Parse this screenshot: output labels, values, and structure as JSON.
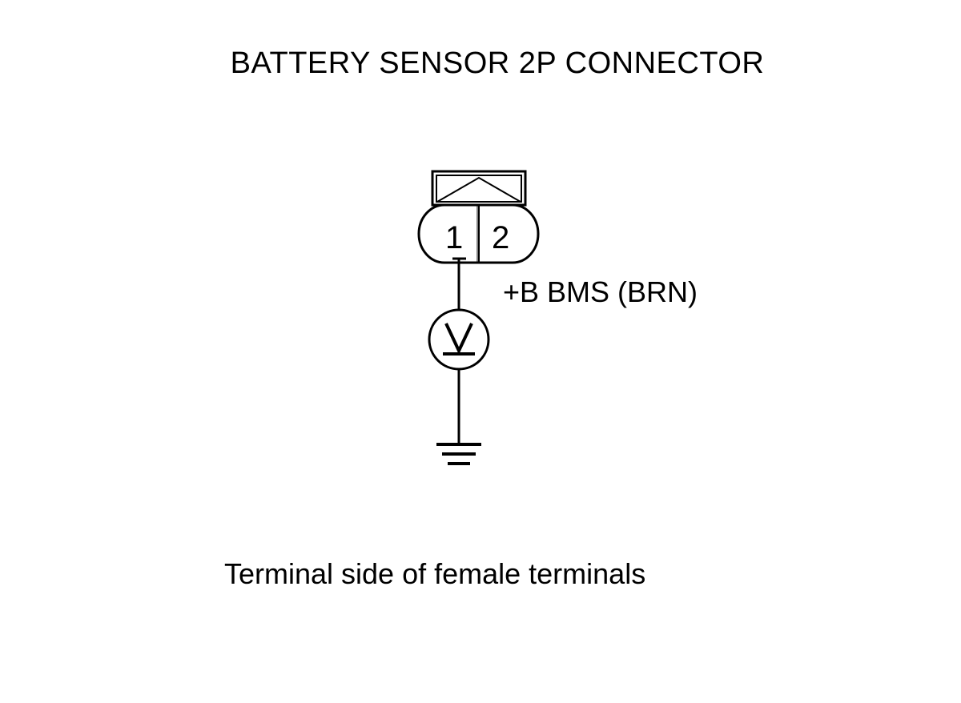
{
  "title": "BATTERY SENSOR 2P CONNECTOR",
  "connector": {
    "pins": [
      "1",
      "2"
    ]
  },
  "wire_label": "+B BMS (BRN)",
  "footer": "Terminal side of female terminals",
  "meter": {
    "type": "voltmeter",
    "symbol": "V"
  },
  "colors": {
    "line": "#000000",
    "background": "#ffffff"
  }
}
